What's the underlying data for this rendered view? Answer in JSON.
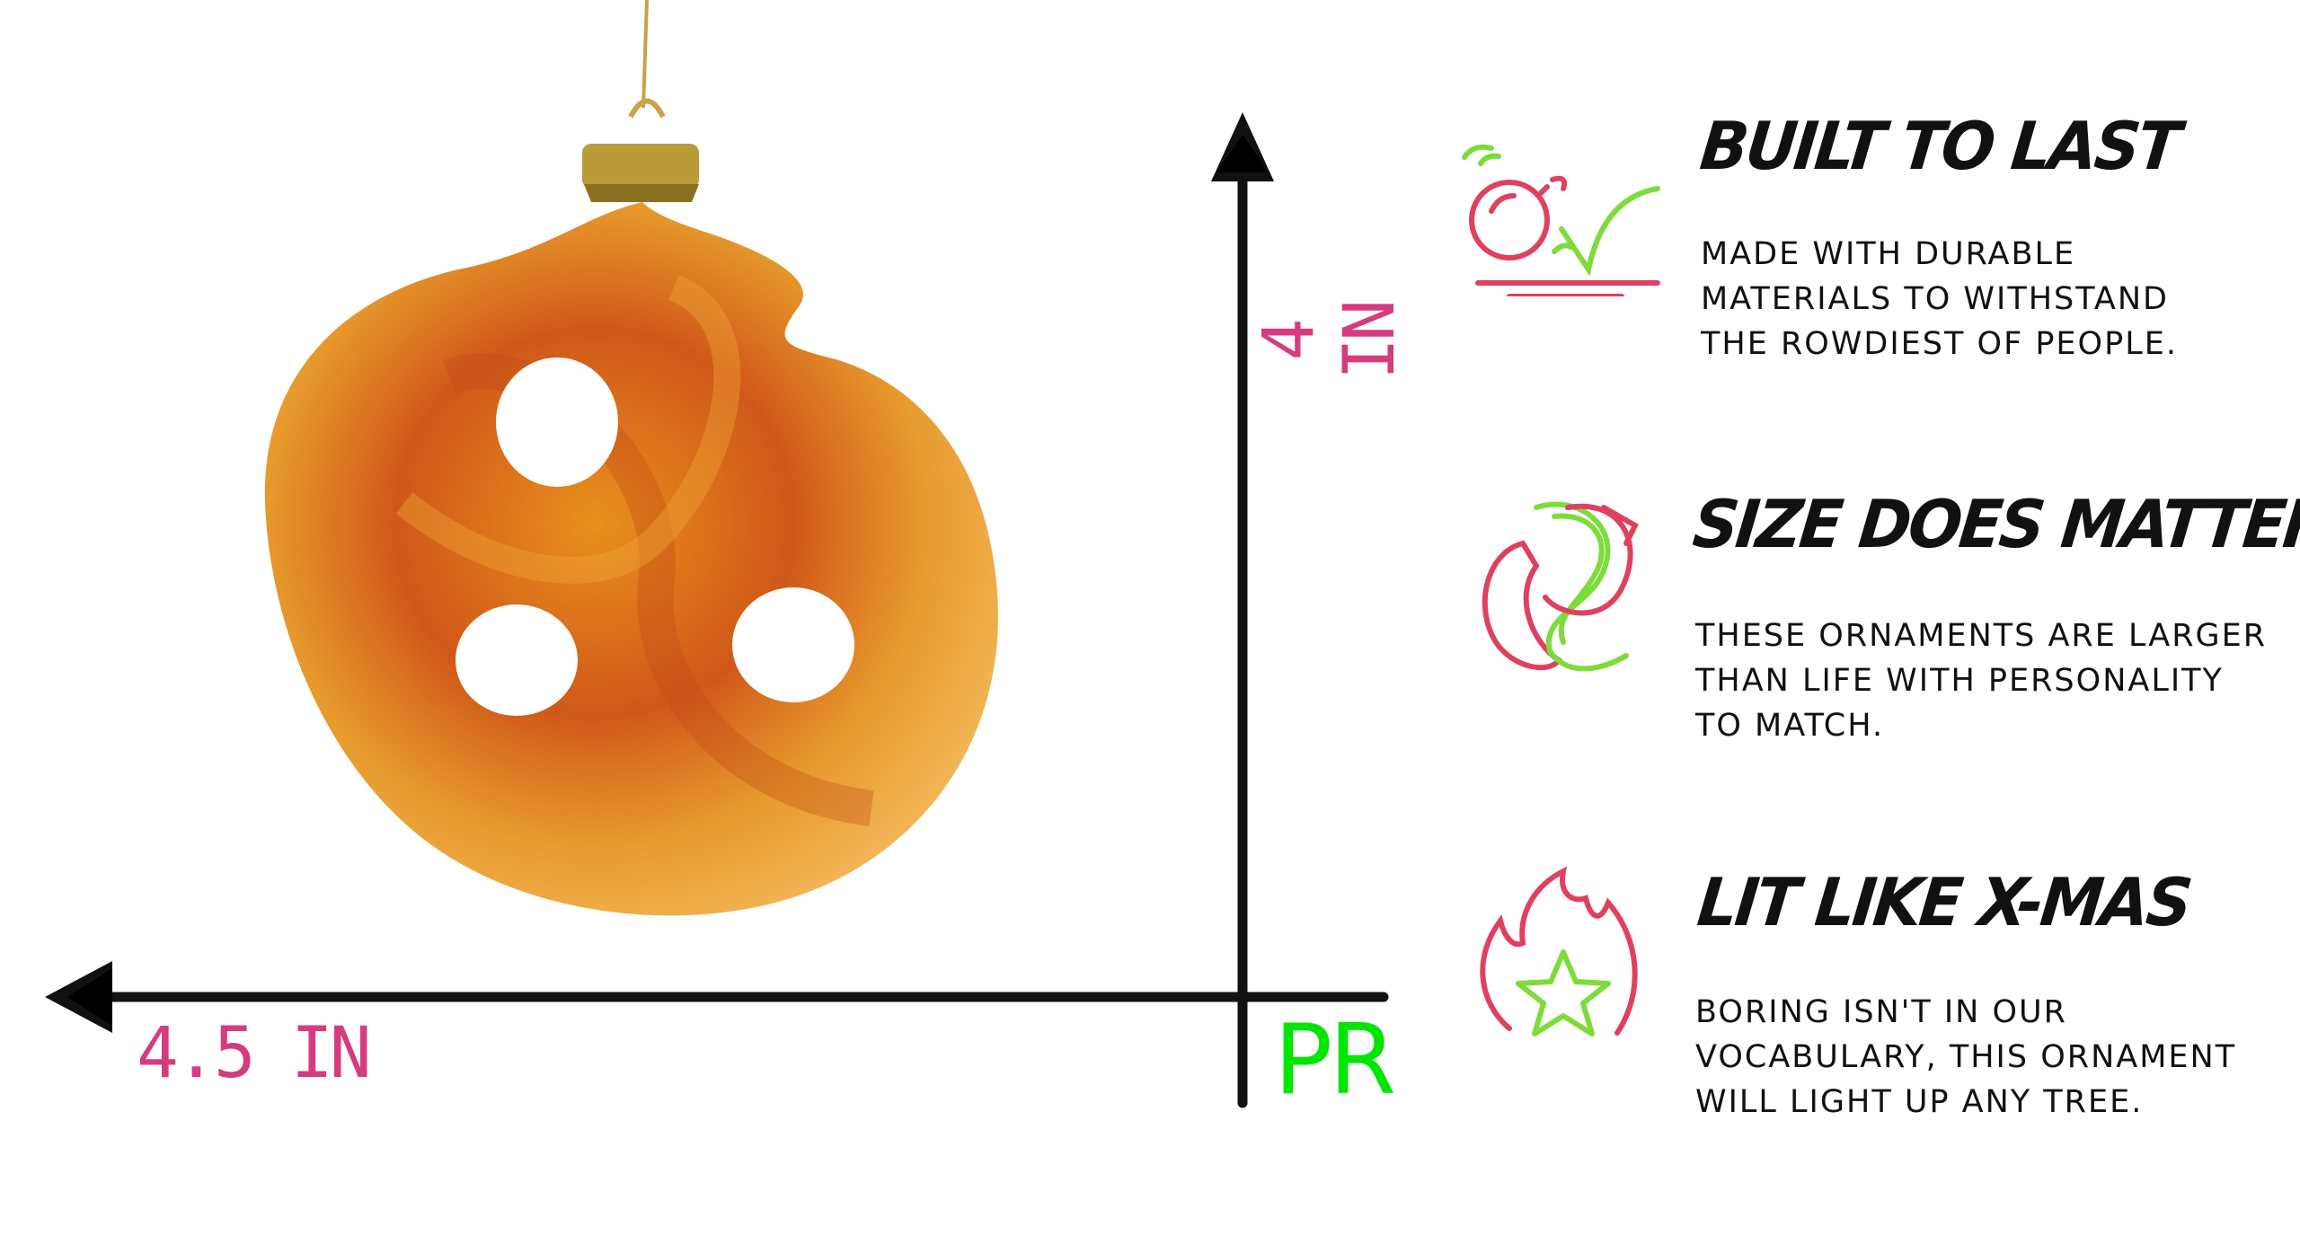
{
  "dimensions": {
    "width_label": "4.5 IN",
    "height_label": "4 IN",
    "brand_mark": "PR"
  },
  "features": [
    {
      "icon": "bouncing-ornament-icon",
      "title": "BUILT TO LAST",
      "lines": [
        "MADE WITH DURABLE",
        "MATERIALS TO WITHSTAND",
        "THE ROWDIEST OF PEOPLE."
      ]
    },
    {
      "icon": "measuring-tape-icon",
      "title": "SIZE DOES MATTER",
      "lines": [
        "THESE ORNAMENTS ARE LARGER",
        "THAN LIFE WITH PERSONALITY",
        "TO MATCH."
      ]
    },
    {
      "icon": "flaming-star-icon",
      "title": "LIT LIKE X-MAS",
      "lines": [
        "BORING ISN'T IN OUR",
        "VOCABULARY, THIS ORNAMENT",
        "WILL LIGHT UP ANY TREE."
      ]
    }
  ],
  "colors": {
    "pink": "#d63a7f",
    "green": "#00e600",
    "icon_red": "#e0405f",
    "icon_green": "#7ddc3c"
  }
}
